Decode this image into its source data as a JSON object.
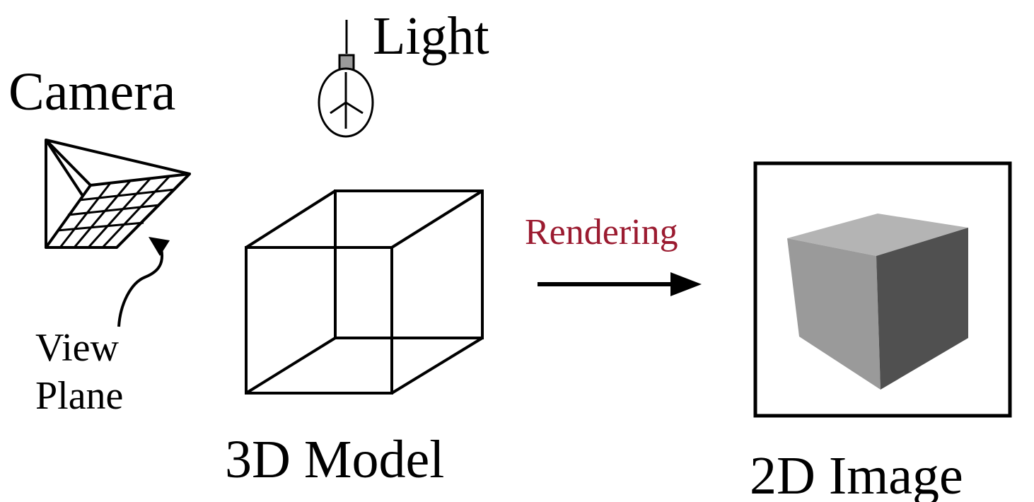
{
  "labels": {
    "camera": "Camera",
    "light": "Light",
    "view_plane_line1": "View",
    "view_plane_line2": "Plane",
    "model": "3D Model",
    "rendering": "Rendering",
    "image": "2D Image"
  },
  "colors": {
    "ink": "#000000",
    "rendering_text": "#9b1b30",
    "cube_front": "#9a9a9a",
    "cube_top": "#b4b4b4",
    "cube_side": "#505050",
    "bulb_socket": "#9a9a9a"
  }
}
